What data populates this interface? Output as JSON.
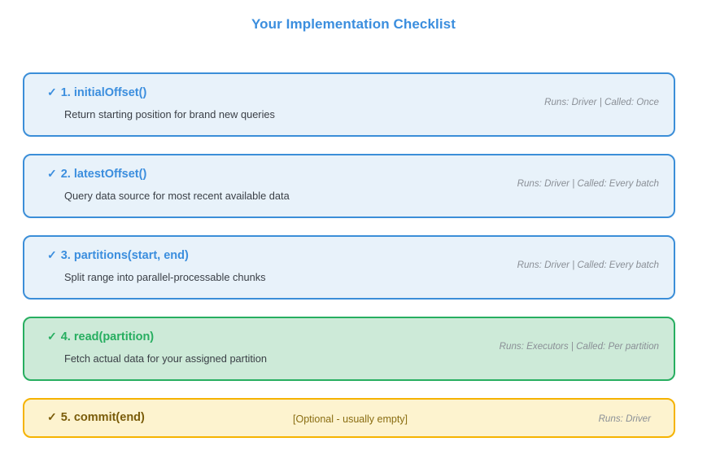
{
  "header": {
    "title": "Your Implementation Checklist",
    "title_color": "#3b8ede"
  },
  "theme_colors": {
    "blue_border": "#3b8ed8",
    "blue_fill": "#e8f2fa",
    "blue_text": "#3b8ede",
    "green_border": "#27ae60",
    "green_fill": "#cdead8",
    "green_text": "#27ae60",
    "amber_border": "#f5b301",
    "amber_fill": "#fdf3cf",
    "amber_text": "#7a5c0a",
    "meta_text": "#8a8f96",
    "desc_text": "#3a3f46",
    "page_background": "#ffffff"
  },
  "checklist": {
    "items": [
      {
        "check": "✓",
        "title": "1. initialOffset()",
        "description": "Return starting position for brand new queries",
        "meta": "Runs: Driver | Called: Once",
        "note": "",
        "theme": "blue"
      },
      {
        "check": "✓",
        "title": "2. latestOffset()",
        "description": "Query data source for most recent available data",
        "meta": "Runs: Driver | Called: Every batch",
        "note": "",
        "theme": "blue"
      },
      {
        "check": "✓",
        "title": "3. partitions(start, end)",
        "description": "Split range into parallel-processable chunks",
        "meta": "Runs: Driver | Called: Every batch",
        "note": "",
        "theme": "blue"
      },
      {
        "check": "✓",
        "title": "4. read(partition)",
        "description": "Fetch actual data for your assigned partition",
        "meta": "Runs: Executors | Called: Per partition",
        "note": "",
        "theme": "green"
      },
      {
        "check": "✓",
        "title": "5. commit(end)",
        "description": "",
        "meta": "Runs: Driver",
        "note": "[Optional - usually empty]",
        "theme": "amber"
      }
    ]
  }
}
